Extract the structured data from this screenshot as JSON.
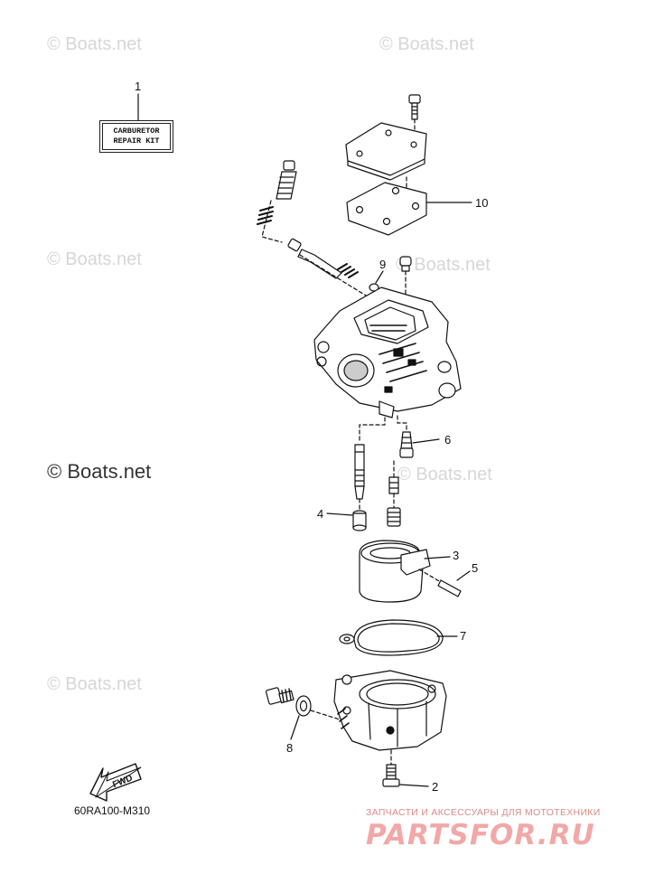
{
  "watermarks": [
    "© Boats.net",
    "© Boats.net",
    "© Boats.net",
    "© Boats.net",
    "© Boats.net",
    "© Boats.net",
    "© Boats.net"
  ],
  "kit_label": {
    "line1": "CARBURETOR",
    "line2": "REPAIR  KIT"
  },
  "callouts": [
    "1",
    "10",
    "9",
    "6",
    "4",
    "3",
    "5",
    "7",
    "8",
    "2"
  ],
  "fwd_label": "FWD",
  "diagram_code": "60RA100-M310",
  "shop": {
    "tagline": "ЗАПЧАСТИ И АКСЕССУАРЫ ДЛЯ МОТОТЕХНИКИ",
    "logo": "PARTSFOR.RU"
  }
}
